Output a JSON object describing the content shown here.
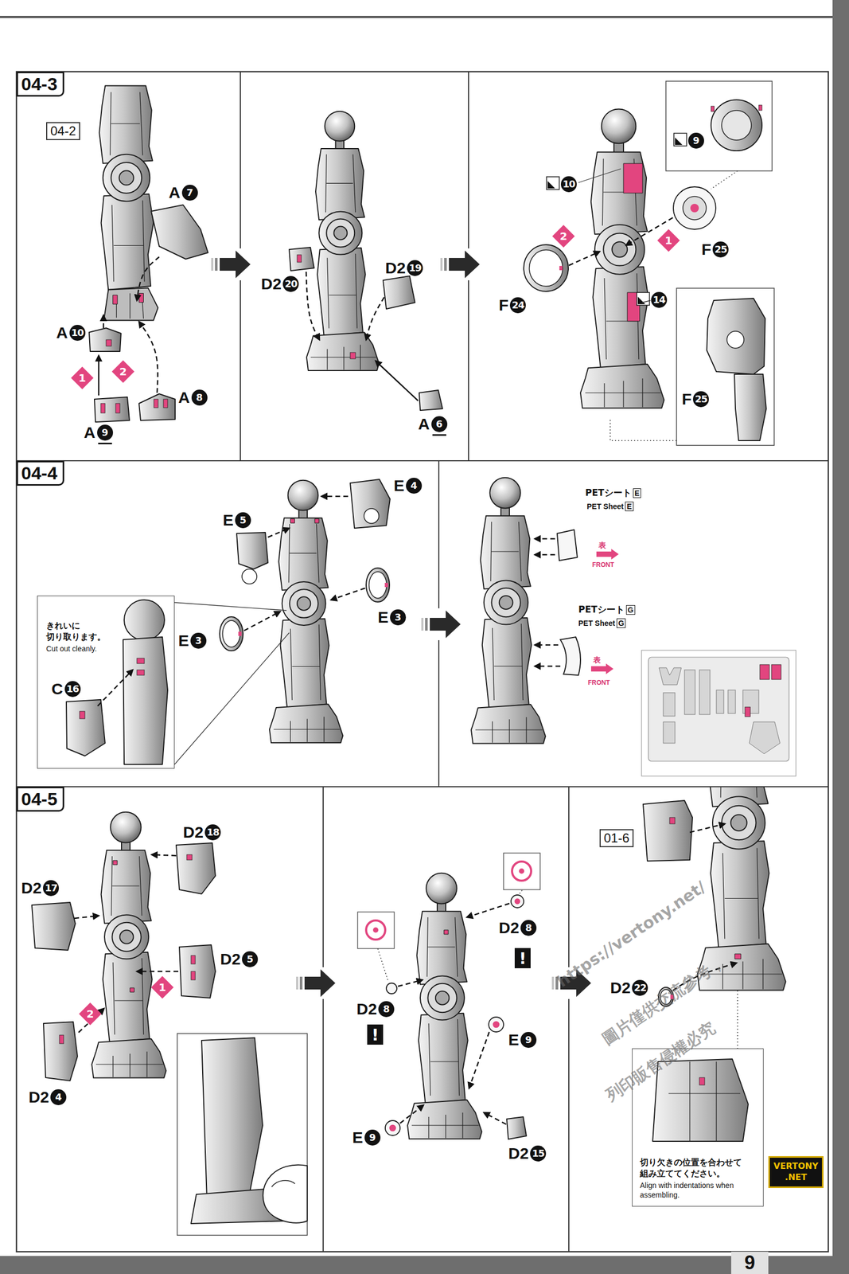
{
  "diagram": {
    "nodes": [
      {
        "text": [
          "04-3"
        ]
      },
      {
        "text": [
          "04-2"
        ]
      },
      {
        "text": [
          "04-4"
        ]
      },
      {
        "text": [
          "きれいに 切り取ります。",
          "Cut out cleanly."
        ]
      },
      {
        "text": [
          "04-5"
        ]
      },
      {
        "text": [
          "01-6"
        ]
      },
      {
        "text": [
          "切り欠きの位置を合わせて 組み立ててください。",
          "Align with indentations when assembling."
        ]
      },
      {
        "text": [
          "VERTONY .NET"
        ]
      },
      {
        "text": [
          "9"
        ]
      }
    ],
    "labels": [
      "A",
      "7",
      "A",
      "10",
      "1",
      "2",
      "A",
      "9",
      "A",
      "8",
      "D2",
      "20",
      "D2",
      "19",
      "A",
      "6",
      "10",
      "9",
      "2",
      "1",
      "F",
      "25",
      "F",
      "24",
      "14",
      "F",
      "25",
      "E",
      "4",
      "E",
      "5",
      "E",
      "3",
      "E",
      "3",
      "C",
      "16",
      "PETシート",
      "E",
      "PET Sheet",
      "E",
      "表",
      "FRONT",
      "PETシート",
      "G",
      "PET Sheet",
      "G",
      "表",
      "FRONT",
      "D2",
      "18",
      "D2",
      "17",
      "D2",
      "5",
      "1",
      "2",
      "D2",
      "4",
      "D2",
      "8",
      "!",
      "D2",
      "8",
      "!",
      "E",
      "9",
      "E",
      "9",
      "D2",
      "15",
      "D2",
      "22",
      "https://vertony.net/",
      "圖片僅供交流參考，",
      "列印販售侵權必究"
    ]
  }
}
